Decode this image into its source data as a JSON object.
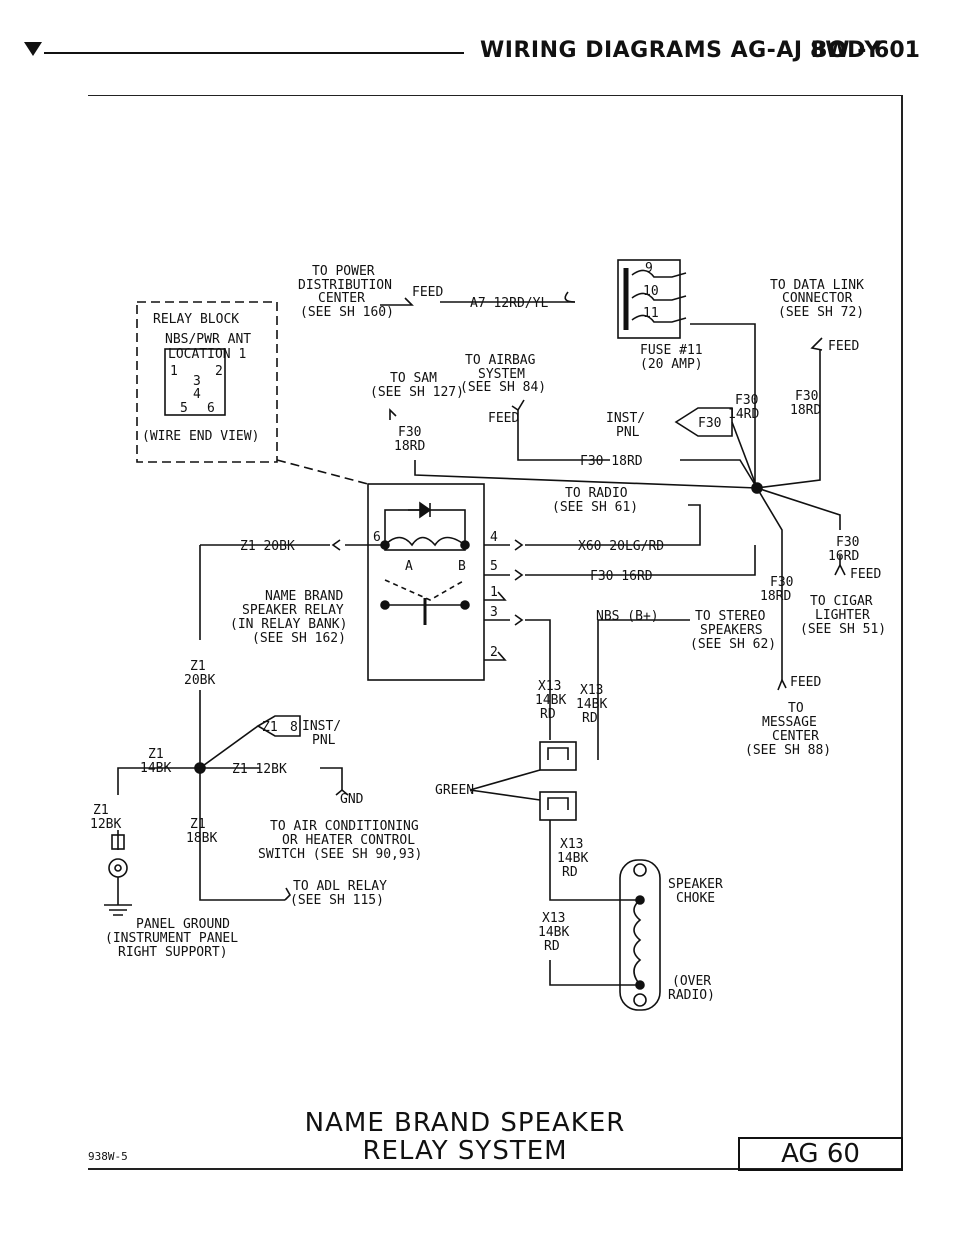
{
  "header": {
    "title": "WIRING DIAGRAMS AG-AJ BODY",
    "page": "8W - 601"
  },
  "relay_block": {
    "title": "RELAY BLOCK",
    "subtitle": "NBS/PWR ANT",
    "location": "LOCATION 1",
    "pins": [
      "1",
      "2",
      "3",
      "4",
      "5",
      "6"
    ],
    "view": "(WIRE END VIEW)"
  },
  "power_dist": [
    "TO POWER",
    "DISTRIBUTION",
    "CENTER",
    "(SEE SH 160)"
  ],
  "feed": "FEED",
  "wire_a7": "A7 12RD/YL",
  "fuse_numbers": [
    "9",
    "10",
    "11"
  ],
  "fuse_label": [
    "FUSE #11",
    "(20 AMP)"
  ],
  "data_link": [
    "TO DATA LINK",
    "CONNECTOR",
    "(SEE SH 72)"
  ],
  "airbag": [
    "TO AIRBAG",
    "SYSTEM",
    "(SEE SH 84)"
  ],
  "sam": [
    "TO SAM",
    "(SEE SH 127)"
  ],
  "f30_18rd": [
    "F30",
    "18RD"
  ],
  "f30_14rd": [
    "F30",
    "14RD"
  ],
  "f30_18rd_right": [
    "F30",
    "18RD"
  ],
  "inst_pnl": [
    "INST/",
    "PNL"
  ],
  "f30_tag": "F30",
  "wire_f30_18rd": "F30 18RD",
  "radio": [
    "TO RADIO",
    "(SEE SH 61)"
  ],
  "relay_pins": [
    "6",
    "4",
    "5",
    "1",
    "3",
    "2"
  ],
  "relay_contacts": [
    "A",
    "B"
  ],
  "relay_name": [
    "NAME BRAND",
    "SPEAKER RELAY",
    "(IN RELAY BANK)",
    "(SEE SH 162)"
  ],
  "wire_z1_20bk": "Z1 20BK",
  "wire_x60": "X60 20LG/RD",
  "wire_f30_16rd": "F30 16RD",
  "f30_16rd_right": [
    "F30",
    "16RD"
  ],
  "f30_18rd_low": [
    "F30",
    "18RD"
  ],
  "cigar": [
    "TO CIGAR",
    "LIGHTER",
    "(SEE SH 51)"
  ],
  "stereo": [
    "TO STEREO",
    "SPEAKERS",
    "(SEE SH 62)"
  ],
  "nbs": "NBS (B+)",
  "z1_20bk_vert": [
    "Z1",
    "20BK"
  ],
  "x13_labels": [
    "X13",
    "14BK",
    "RD"
  ],
  "message_center": [
    "TO",
    "MESSAGE",
    "CENTER",
    "(SEE SH 88)"
  ],
  "inst_pnl_z1": [
    "INST/",
    "PNL"
  ],
  "z1_tag": "Z1",
  "z1_pin": "8",
  "z1_14bk": [
    "Z1",
    "14BK"
  ],
  "wire_z1_12bk": "Z1 12BK",
  "gnd": "GND",
  "green": "GREEN",
  "z1_12bk_left": [
    "Z1",
    "12BK"
  ],
  "z1_18bk": [
    "Z1",
    "18BK"
  ],
  "ac_control": [
    "TO AIR CONDITIONING",
    "OR HEATER CONTROL",
    "SWITCH (SEE SH 90,93)"
  ],
  "adl_relay": [
    "TO ADL RELAY",
    "(SEE SH 115)"
  ],
  "panel_ground": [
    "PANEL GROUND",
    "(INSTRUMENT PANEL",
    "RIGHT SUPPORT)"
  ],
  "speaker_choke": [
    "SPEAKER",
    "CHOKE"
  ],
  "over_radio": [
    "(OVER",
    "RADIO)"
  ],
  "footer": {
    "title_line1": "NAME BRAND SPEAKER",
    "title_line2": "RELAY SYSTEM",
    "code": "938W-5",
    "page_box": "AG 60"
  }
}
